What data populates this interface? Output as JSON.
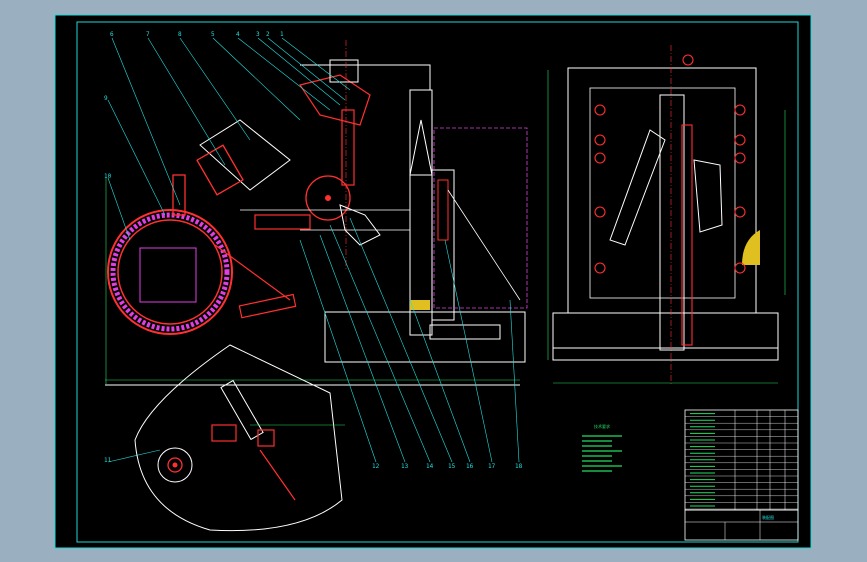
{
  "drawing": {
    "callouts_top": [
      "6",
      "7",
      "8",
      "5",
      "4",
      "3",
      "2",
      "1"
    ],
    "callouts_left": [
      "9",
      "10",
      "11"
    ],
    "callouts_bottom": [
      "12",
      "13",
      "14",
      "15",
      "16",
      "17",
      "18"
    ],
    "title_block_label": "装配图",
    "notes_heading": "技术要求"
  },
  "colors": {
    "background": "#000000",
    "frame": "#20d8d8",
    "outline": "#ffffff",
    "part": "#ff3030",
    "hatch": "#e040e0",
    "center": "#ff3030",
    "dimension": "#20e060",
    "fill_yellow": "#e0c020"
  }
}
